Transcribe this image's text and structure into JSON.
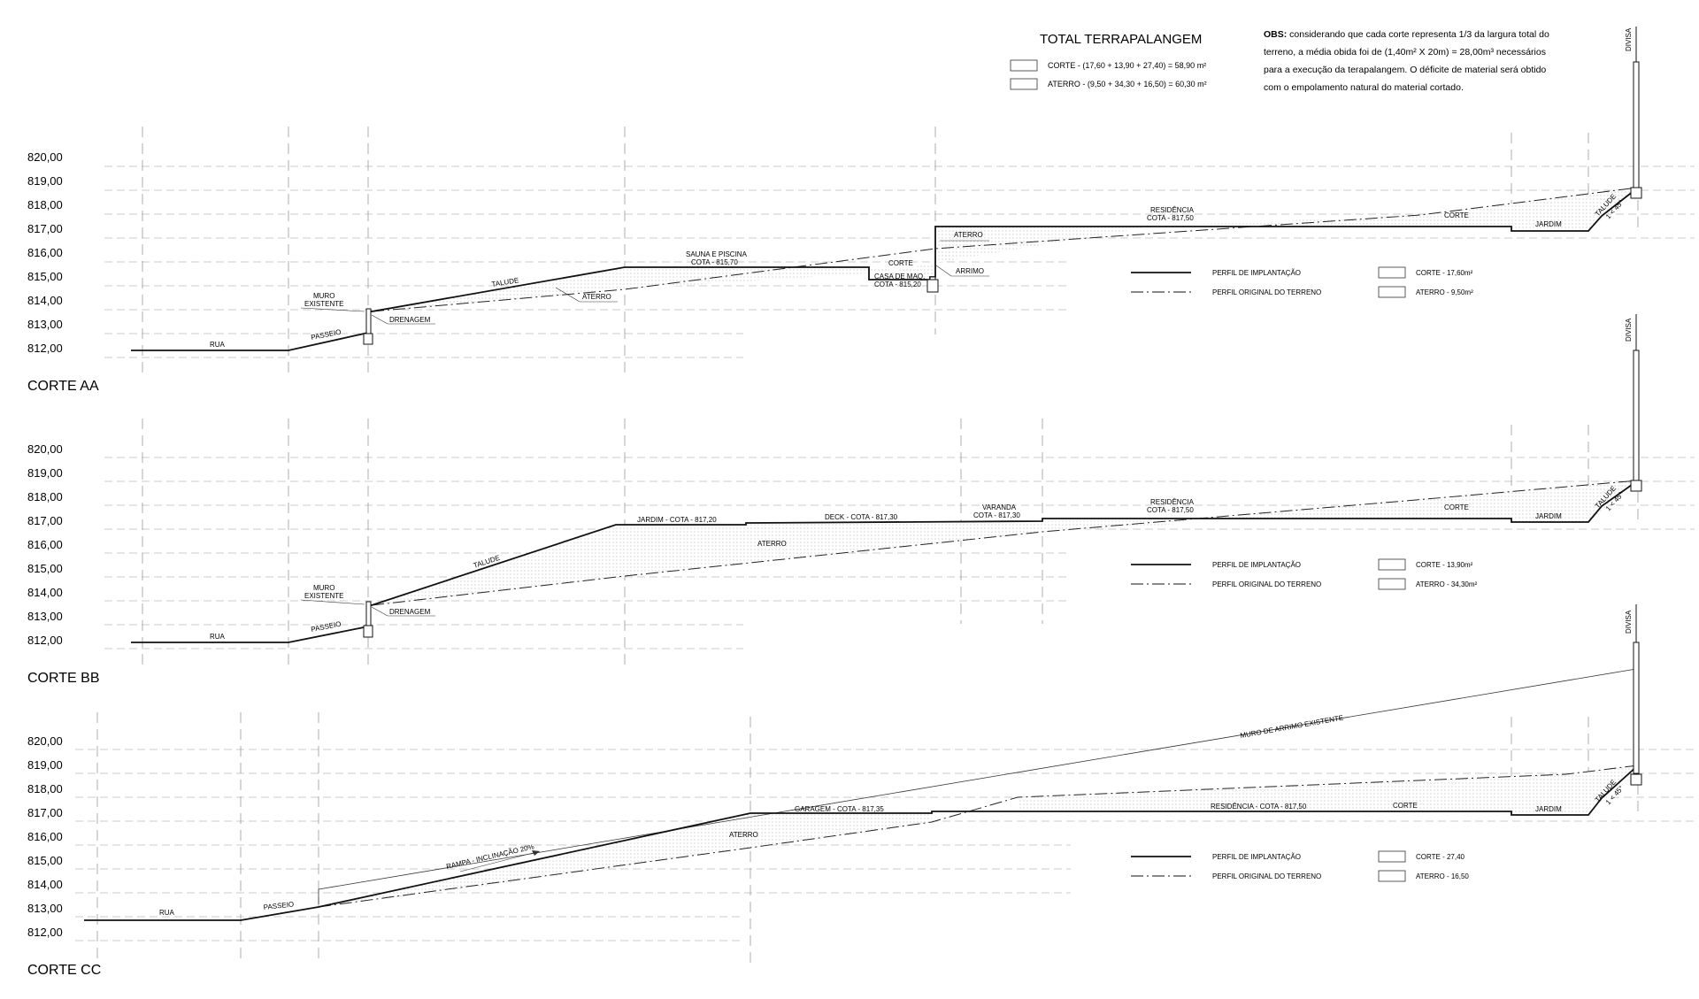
{
  "summary": {
    "title": "TOTAL TERRAPALANGEM",
    "corte_line": "CORTE - (17,60 + 13,90 + 27,40) = 58,90 m²",
    "aterro_line": "ATERRO - (9,50 + 34,30 + 16,50) = 60,30 m²"
  },
  "obs": {
    "label": "OBS:",
    "line1": " considerando que cada corte representa 1/3 da largura total do",
    "line2": "terreno, a média obida foi de (1,40m² X 20m) = 28,00m³ necessários",
    "line3": "para a execução da terapalangem.  O déficite de material será obtido",
    "line4": "com o empolamento natural do material cortado."
  },
  "elevations": [
    "820,00",
    "819,00",
    "818,00",
    "817,00",
    "816,00",
    "815,00",
    "814,00",
    "813,00",
    "812,00"
  ],
  "legend_common": {
    "perfil_implantacao": "PERFIL DE IMPLANTAÇÃO",
    "perfil_original": "PERFIL ORIGINAL DO TERRENO"
  },
  "section_aa": {
    "title": "CORTE AA",
    "legend_corte": "CORTE - 17,60m²",
    "legend_aterro": "ATERRO - 9,50m²",
    "labels": {
      "rua": "RUA",
      "passeio": "PASSEIO",
      "muro1": "MURO",
      "muro2": "EXISTENTE",
      "drenagem": "DRENAGEM",
      "talude": "TALUDE",
      "aterro": "ATERRO",
      "sauna1": "SAUNA E PISCINA",
      "sauna2": "COTA - 815,70",
      "corte": "CORTE",
      "casa1": "CASA DE MAQ.",
      "casa2": "COTA - 815,20",
      "arrimo": "ARRIMO",
      "aterro2": "ATERRO",
      "res1": "RESIDÊNCIA",
      "res2": "COTA - 817,50",
      "corte2": "CORTE",
      "jardim": "JARDIM",
      "talude2": "TALUDE",
      "angle": "1 < 45°",
      "divisa": "DIVISA"
    }
  },
  "section_bb": {
    "title": "CORTE BB",
    "legend_corte": "CORTE - 13,90m²",
    "legend_aterro": "ATERRO - 34,30m²",
    "labels": {
      "rua": "RUA",
      "passeio": "PASSEIO",
      "muro1": "MURO",
      "muro2": "EXISTENTE",
      "drenagem": "DRENAGEM",
      "talude": "TALUDE",
      "jardim_cota": "JARDIM - COTA - 817,20",
      "deck": "DECK - COTA - 817,30",
      "varanda1": "VARANDA",
      "varanda2": "COTA - 817,30",
      "aterro": "ATERRO",
      "res1": "RESIDÊNCIA",
      "res2": "COTA - 817,50",
      "corte": "CORTE",
      "jardim": "JARDIM",
      "talude2": "TALUDE",
      "angle": "1 < 45°",
      "divisa": "DIVISA"
    }
  },
  "section_cc": {
    "title": "CORTE CC",
    "legend_corte": "CORTE - 27,40",
    "legend_aterro": "ATERRO - 16,50",
    "labels": {
      "rua": "RUA",
      "passeio": "PASSEIO",
      "rampa": "RAMPA - INCLINAÇÃO 20%",
      "aterro": "ATERRO",
      "garagem": "GARAGEM - COTA - 817,35",
      "muro": "MURO DE ARRIMO EXISTENTE",
      "res": "RESIDÊNCIA - COTA - 817,50",
      "corte": "CORTE",
      "jardim": "JARDIM",
      "talude2": "TALUDE",
      "angle": "1 < 45°",
      "divisa": "DIVISA"
    }
  }
}
